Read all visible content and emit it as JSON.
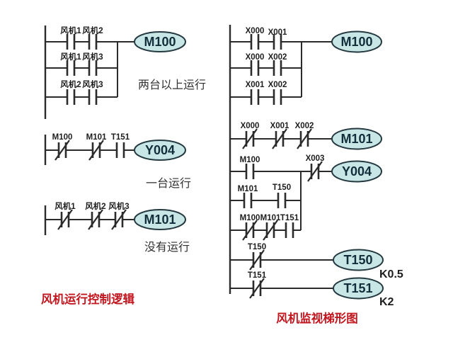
{
  "colors": {
    "background": "#ffffff",
    "line": "#2b2b2b",
    "oval_fill": "#c9e6e6",
    "oval_stroke": "#23383f",
    "oval_text": "#112e3a",
    "label_text": "#1d1d1d",
    "note_text": "#333333",
    "caption_red": "#c2161f"
  },
  "left": {
    "caption": "风机运行控制逻辑",
    "m100": {
      "coil": "M100",
      "note": "两台以上运行",
      "rung1": {
        "c1": {
          "label": "风机1",
          "type": "NO"
        },
        "c2": {
          "label": "风机2",
          "type": "NO"
        }
      },
      "rung2": {
        "c1": {
          "label": "风机1",
          "type": "NO"
        },
        "c2": {
          "label": "风机3",
          "type": "NO"
        }
      },
      "rung3": {
        "c1": {
          "label": "风机2",
          "type": "NO"
        },
        "c2": {
          "label": "风机3",
          "type": "NO"
        }
      }
    },
    "y004": {
      "coil": "Y004",
      "note": "一台运行",
      "rung": {
        "c1": {
          "label": "M100",
          "type": "NC"
        },
        "c2": {
          "label": "M101",
          "type": "NC"
        },
        "c3": {
          "label": "T151",
          "type": "NO"
        }
      }
    },
    "m101": {
      "coil": "M101",
      "note": "没有运行",
      "rung": {
        "c1": {
          "label": "风机1",
          "type": "NC"
        },
        "c2": {
          "label": "风机2",
          "type": "NC"
        },
        "c3": {
          "label": "风机3",
          "type": "NC"
        }
      }
    }
  },
  "right": {
    "caption": "风机监视梯形图",
    "m100": {
      "coil": "M100",
      "rung1": {
        "c1": {
          "label": "X000",
          "type": "NO"
        },
        "c2": {
          "label": "X001",
          "type": "NO"
        }
      },
      "rung2": {
        "c1": {
          "label": "X000",
          "type": "NO"
        },
        "c2": {
          "label": "X002",
          "type": "NO"
        }
      },
      "rung3": {
        "c1": {
          "label": "X001",
          "type": "NO"
        },
        "c2": {
          "label": "X002",
          "type": "NO"
        }
      }
    },
    "m101": {
      "coil": "M101",
      "rung": {
        "c1": {
          "label": "X000",
          "type": "NC"
        },
        "c2": {
          "label": "X001",
          "type": "NC"
        },
        "c3": {
          "label": "X002",
          "type": "NC"
        }
      }
    },
    "y004": {
      "coil": "Y004",
      "main": {
        "c1": {
          "label": "M100",
          "type": "NO"
        },
        "c2": {
          "label": "X003",
          "type": "NC"
        }
      },
      "branch2": {
        "c1": {
          "label": "M101",
          "type": "NO"
        },
        "c2": {
          "label": "T150",
          "type": "NO"
        }
      },
      "branch3": {
        "c1": {
          "label": "M100",
          "type": "NC"
        },
        "c2": {
          "label": "M101",
          "type": "NC"
        },
        "c3": {
          "label": "T151",
          "type": "NO"
        }
      }
    },
    "t150": {
      "coil": "T150",
      "preset": "K0.5",
      "contact": {
        "label": "T150",
        "type": "NC"
      }
    },
    "t151": {
      "coil": "T151",
      "preset": "K2",
      "contact": {
        "label": "T151",
        "type": "NC"
      }
    }
  }
}
